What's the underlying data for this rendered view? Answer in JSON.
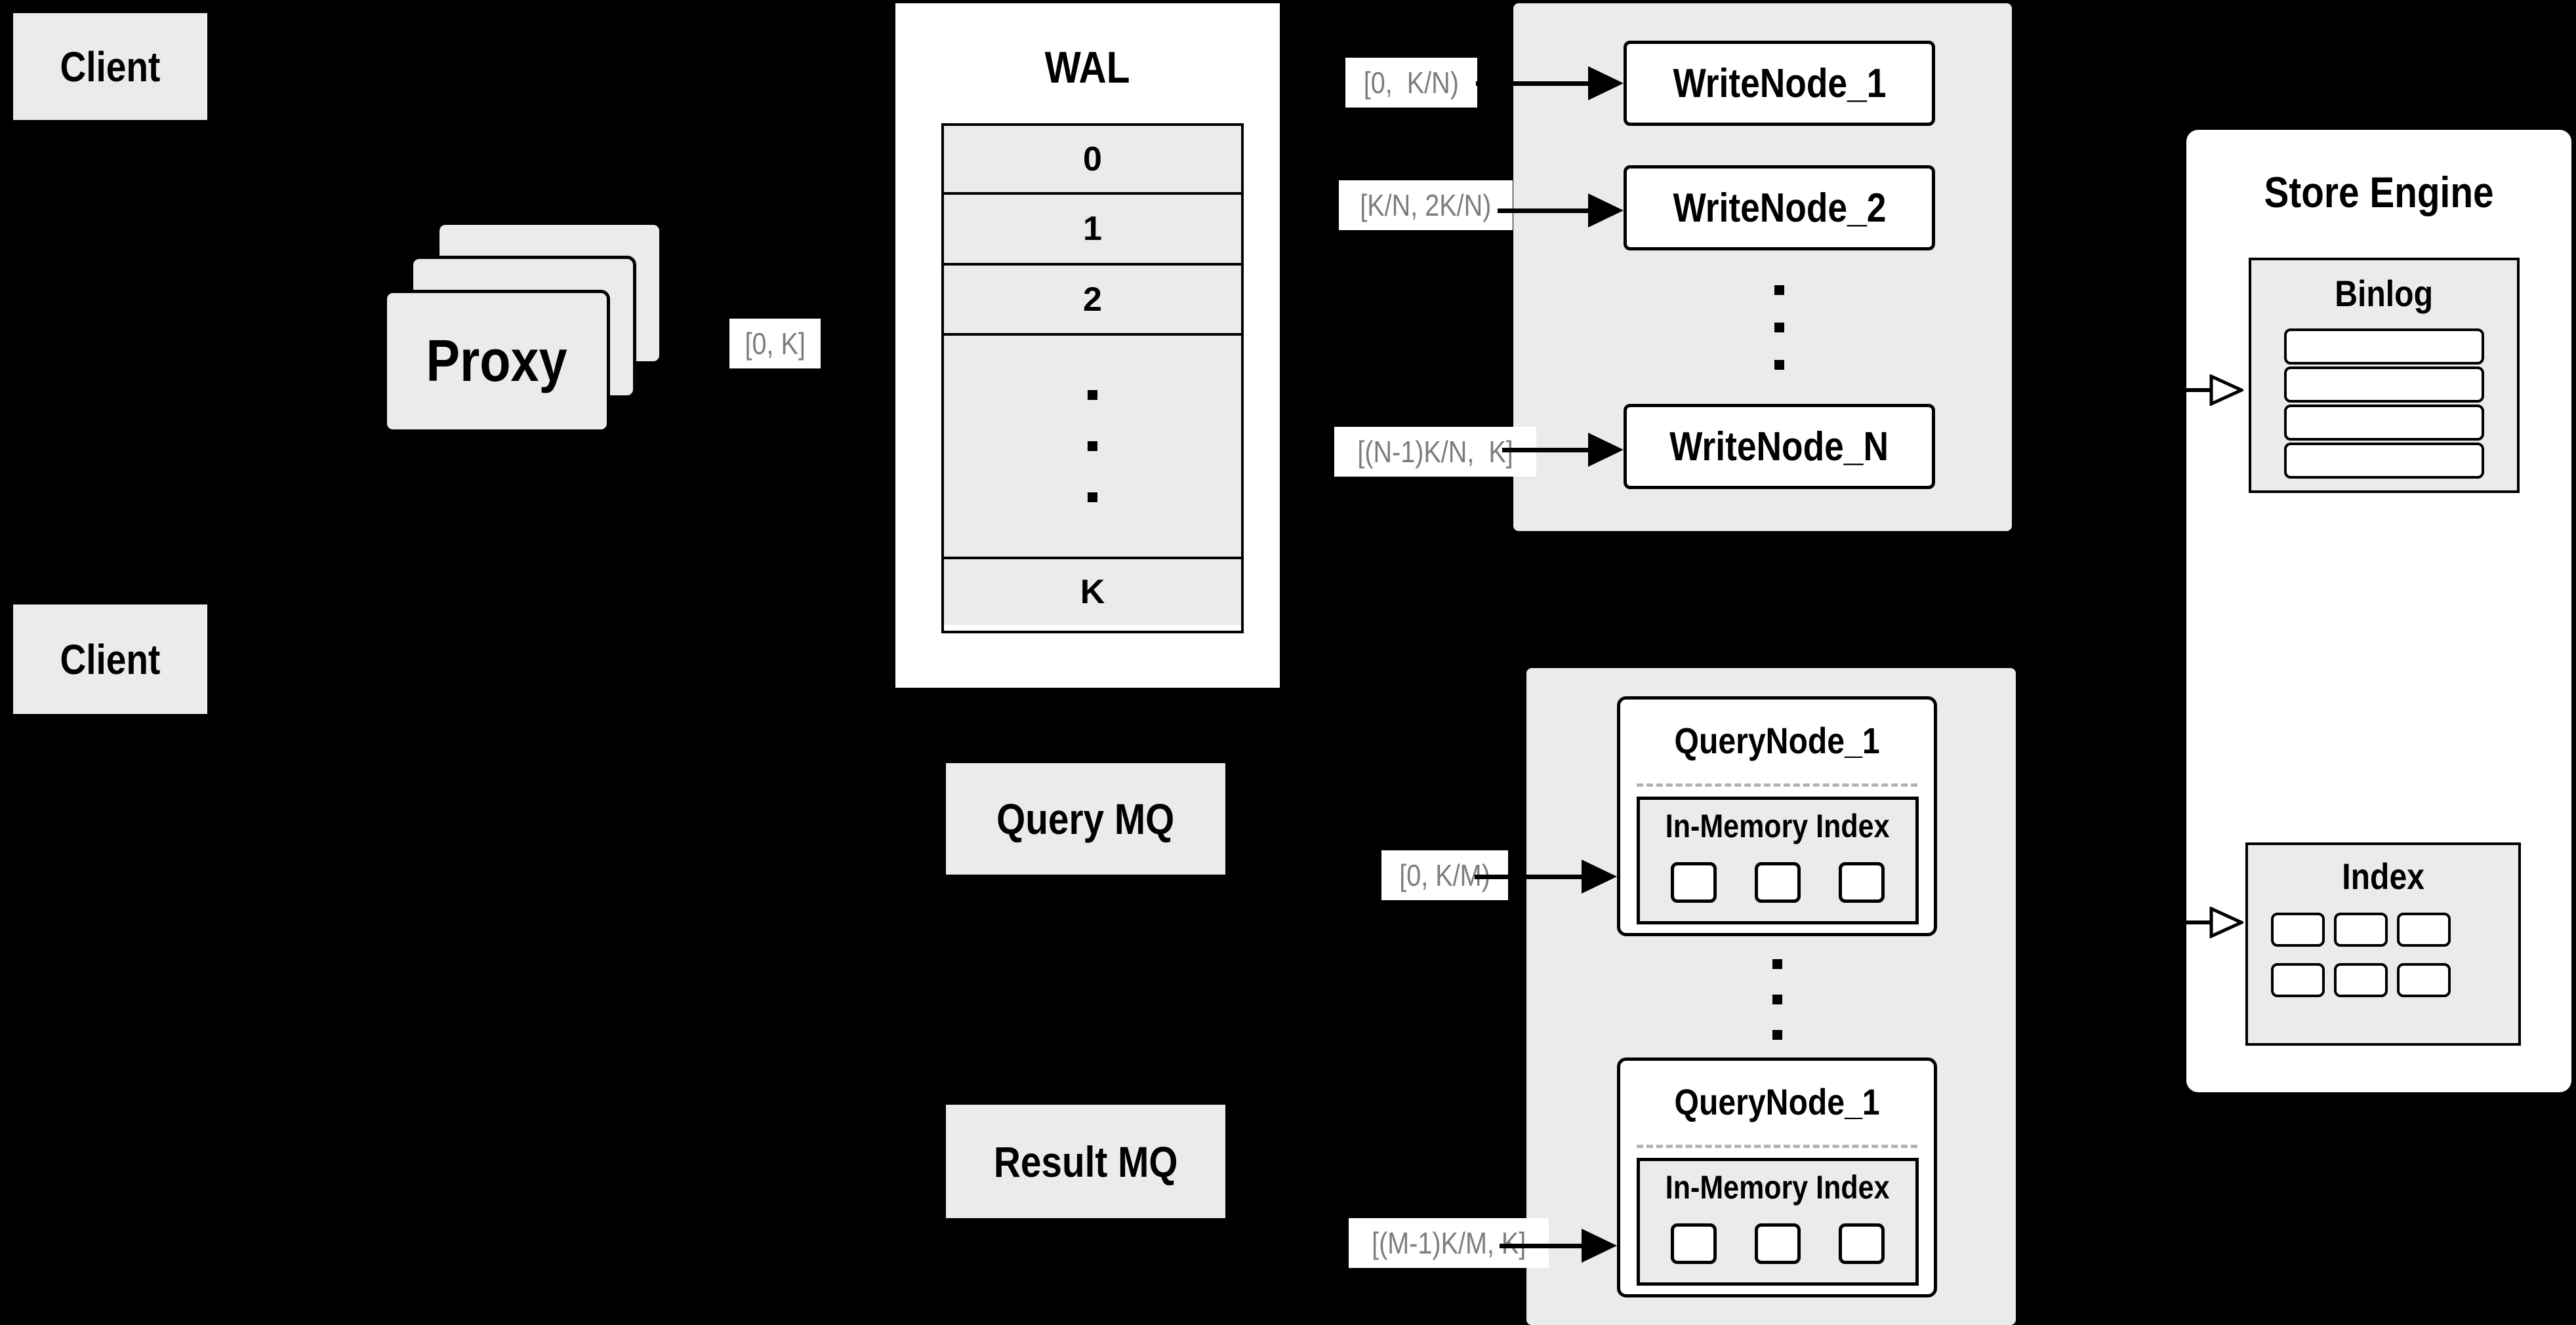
{
  "colors": {
    "background": "#000000",
    "panel_gray": "#ebebeb",
    "box_white": "#ffffff",
    "line_black": "#000000",
    "range_text_gray": "#7d7d7d",
    "dashed_divider": "#b3b3b3"
  },
  "clients": {
    "top": "Client",
    "bottom": "Client"
  },
  "proxy": {
    "label": "Proxy",
    "range": "[0, K]"
  },
  "wal": {
    "title": "WAL",
    "segments": [
      "0",
      "1",
      "2"
    ],
    "ellipsis": "⋮",
    "last_segment": "K"
  },
  "write_group": {
    "ranges": [
      "[0,  K/N)",
      "[K/N, 2K/N)",
      "[(N-1)K/N,  K]"
    ],
    "nodes": [
      "WriteNode_1",
      "WriteNode_2",
      "WriteNode_N"
    ],
    "ellipsis": "⋮"
  },
  "store_engine": {
    "title": "Store Engine",
    "binlog_title": "Binlog",
    "index_title": "Index"
  },
  "mq": {
    "query": "Query MQ",
    "result": "Result MQ"
  },
  "query_group": {
    "ranges": [
      "[0, K/M)",
      "[(M-1)K/M, K]"
    ],
    "ellipsis": "⋮",
    "nodes": [
      {
        "title": "QueryNode_1",
        "inner_title": "In-Memory Index"
      },
      {
        "title": "QueryNode_1",
        "inner_title": "In-Memory Index"
      }
    ]
  }
}
